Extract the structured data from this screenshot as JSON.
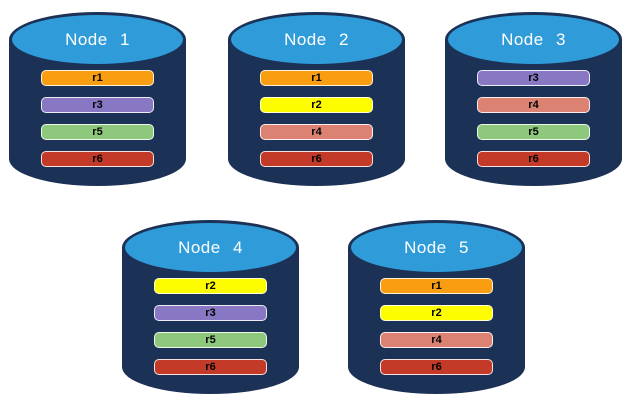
{
  "palette": {
    "cylinder_body": "#1C3156",
    "cylinder_top": "#2F9CD9",
    "title_text": "#FFFFFF",
    "bar_label_text": "#000000",
    "replica_colors": {
      "r1": "#F99E10",
      "r2": "#FDFD00",
      "r3": "#8878C3",
      "r4": "#DB8273",
      "r5": "#8EC87D",
      "r6": "#C33B28"
    }
  },
  "nodes": [
    {
      "name": "Node 1",
      "replicas": [
        {
          "label": "r1",
          "color": "#F99E10"
        },
        {
          "label": "r3",
          "color": "#8878C3"
        },
        {
          "label": "r5",
          "color": "#8EC87D"
        },
        {
          "label": "r6",
          "color": "#C33B28"
        }
      ]
    },
    {
      "name": "Node 2",
      "replicas": [
        {
          "label": "r1",
          "color": "#F99E10"
        },
        {
          "label": "r2",
          "color": "#FDFD00"
        },
        {
          "label": "r4",
          "color": "#DB8273"
        },
        {
          "label": "r6",
          "color": "#C33B28"
        }
      ]
    },
    {
      "name": "Node 3",
      "replicas": [
        {
          "label": "r3",
          "color": "#8878C3"
        },
        {
          "label": "r4",
          "color": "#DB8273"
        },
        {
          "label": "r5",
          "color": "#8EC87D"
        },
        {
          "label": "r6",
          "color": "#C33B28"
        }
      ]
    },
    {
      "name": "Node 4",
      "replicas": [
        {
          "label": "r2",
          "color": "#FDFD00"
        },
        {
          "label": "r3",
          "color": "#8878C3"
        },
        {
          "label": "r5",
          "color": "#8EC87D"
        },
        {
          "label": "r6",
          "color": "#C33B28"
        }
      ]
    },
    {
      "name": "Node 5",
      "replicas": [
        {
          "label": "r1",
          "color": "#F99E10"
        },
        {
          "label": "r2",
          "color": "#FDFD00"
        },
        {
          "label": "r4",
          "color": "#DB8273"
        },
        {
          "label": "r6",
          "color": "#C33B28"
        }
      ]
    }
  ]
}
